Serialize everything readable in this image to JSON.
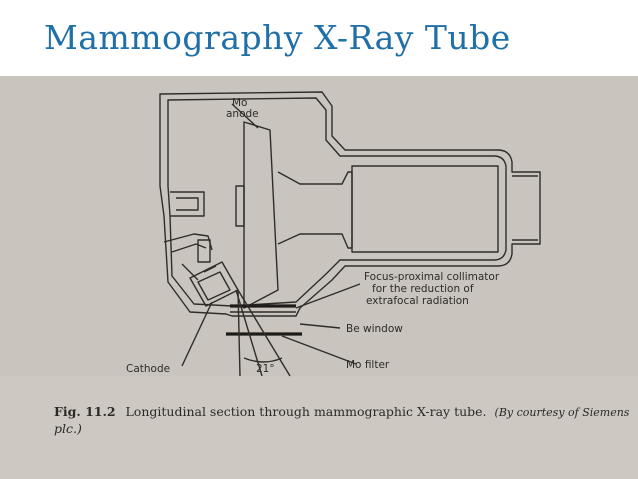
{
  "slide": {
    "title": "Mammography X-Ray Tube",
    "title_color": "#1f6fa8"
  },
  "diagram": {
    "labels": {
      "anode_line1": "Mo",
      "anode_line2": "anode",
      "collimator_line1": "Focus-proximal collimator",
      "collimator_line2": "for the reduction of",
      "collimator_line3": "extrafocal radiation",
      "be_window": "Be window",
      "cathode": "Cathode",
      "angle": "21°",
      "mo_filter": "Mo filter"
    },
    "caption": {
      "figure_no": "Fig. 11.2",
      "text": "Longitudinal section through mammographic X-ray tube.",
      "credit_line1": "(By courtesy of Siemens",
      "credit_line2": "plc.)"
    }
  }
}
